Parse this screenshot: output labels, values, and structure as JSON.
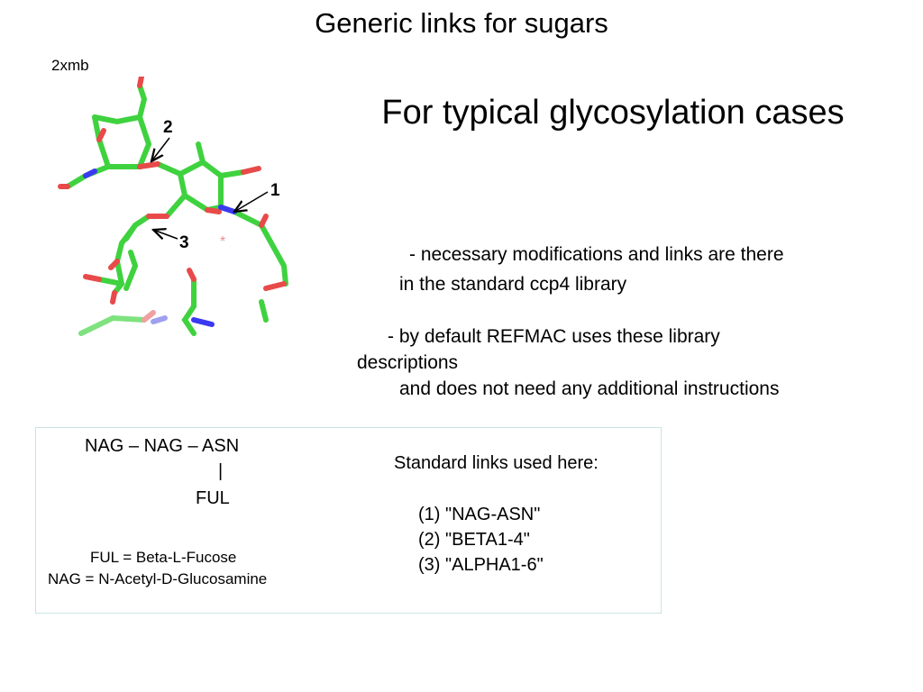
{
  "slide": {
    "title": "Generic links for sugars",
    "pdb_code": "2xmb",
    "heading": "For typical glycosylation cases",
    "bullets": {
      "b1_line1": "- necessary modifications and links are there",
      "b1_line2": "in the standard ccp4 library",
      "b2_line1": "- by default REFMAC uses these library",
      "b2_line2": "descriptions",
      "b2_line3": "and does not need any additional instructions"
    }
  },
  "figure": {
    "labels": [
      "2",
      "1",
      "3"
    ],
    "marker": "*",
    "colors": {
      "carbon": "#3fd23f",
      "oxygen": "#e84a4a",
      "nitrogen": "#3a3af0",
      "marker": "#e89090"
    }
  },
  "box": {
    "chain_line": "NAG – NAG – ASN",
    "branch_bar": "|",
    "branch_residue": "FUL",
    "legend_ful": "FUL = Beta-L-Fucose",
    "legend_nag": "NAG = N-Acetyl-D-Glucosamine",
    "links_header": "Standard links used here:",
    "links": [
      "(1) \"NAG-ASN\"",
      "(2) \"BETA1-4\"",
      "(3) \"ALPHA1-6\""
    ]
  }
}
